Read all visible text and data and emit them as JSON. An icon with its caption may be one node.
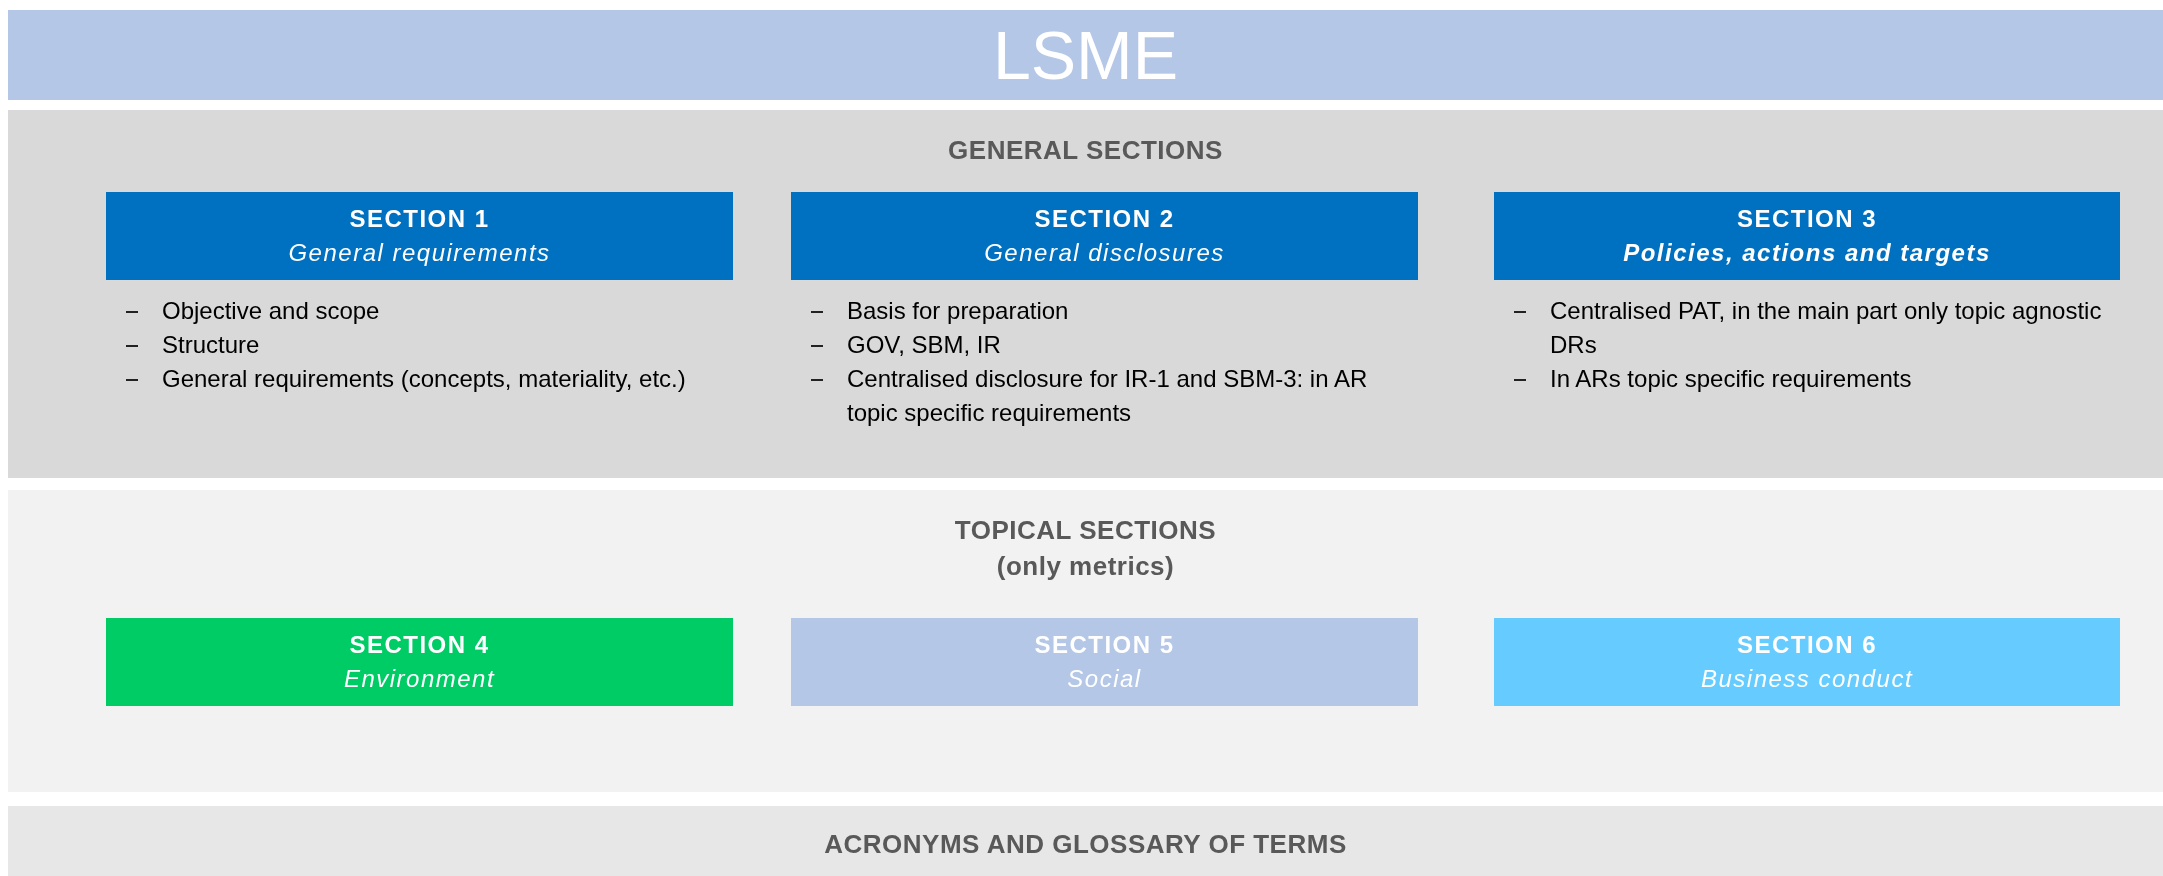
{
  "diagram": {
    "nodes": [
      {
        "text": [
          "LSME"
        ]
      },
      {
        "text": [
          "GENERAL SECTIONS"
        ]
      },
      {
        "text": [
          "SECTION 1",
          "General requirements"
        ],
        "in": 1,
        "beside": [
          "Objective and scope",
          "Structure",
          "General requirements (concepts, materiality, etc.)"
        ]
      },
      {
        "text": [
          "SECTION 2",
          "General disclosures"
        ],
        "in": 1,
        "beside": [
          "Basis for preparation",
          "GOV, SBM, IR",
          "Centralised disclosure for IR-1 and SBM-3: in AR topic specific requirements"
        ]
      },
      {
        "text": [
          "SECTION 3",
          "Policies, actions and targets"
        ],
        "in": 1,
        "beside": [
          "Centralised PAT, in the main part only topic agnostic DRs",
          "In ARs topic specific requirements"
        ]
      },
      {
        "text": [
          "TOPICAL SECTIONS",
          "(only metrics)"
        ]
      },
      {
        "text": [
          "SECTION 4",
          "Environment"
        ],
        "in": 5
      },
      {
        "text": [
          "SECTION 5",
          "Social"
        ],
        "in": 5
      },
      {
        "text": [
          "SECTION 6",
          "Business conduct"
        ],
        "in": 5
      },
      {
        "text": [
          "ACRONYMS AND GLOSSARY OF TERMS"
        ]
      }
    ]
  }
}
